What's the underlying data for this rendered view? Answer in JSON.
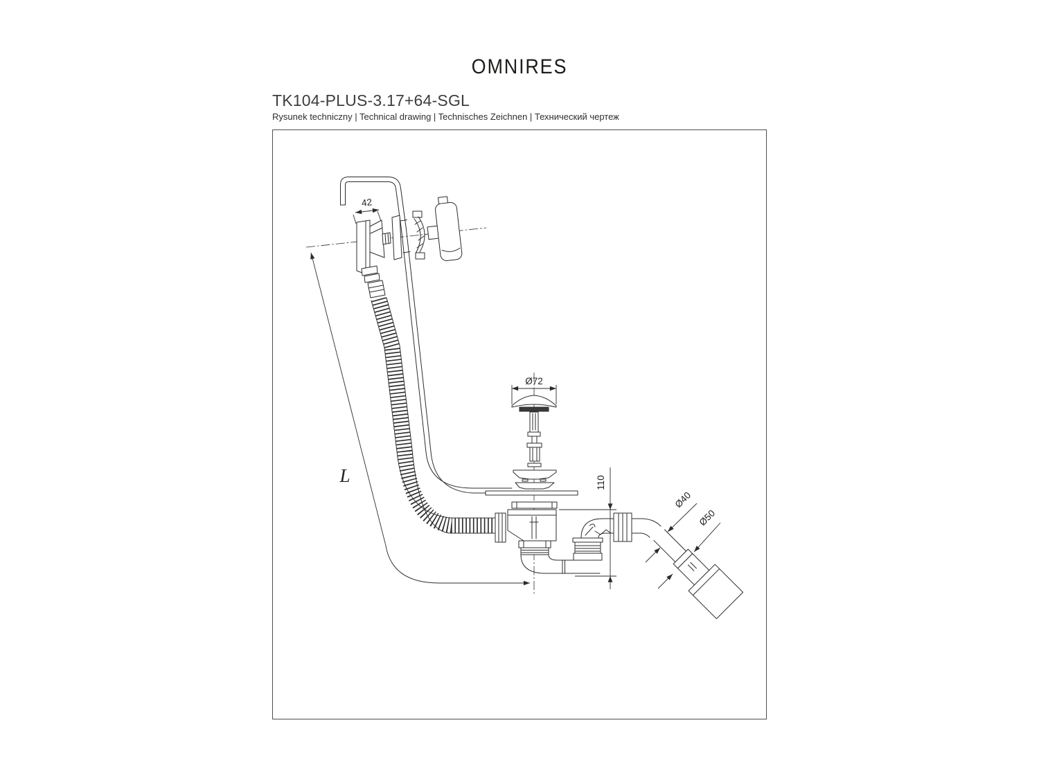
{
  "brand": {
    "logo_text": "OMNIRES"
  },
  "header": {
    "product_code": "TK104-PLUS-3.17+64-SGL",
    "subtitle": "Rysunek techniczny | Technical drawing | Technisches Zeichnen | Технический чертеж"
  },
  "drawing": {
    "type": "technical-drawing",
    "description": "Exploded view of bathtub waste-overflow kit with cable, corrugated hose and siphon trap",
    "dimensions": {
      "overflow_rosette_width": "42",
      "drain_cap_diameter": "Ø72",
      "install_depth": "110",
      "outlet_pipe_diameter": "Ø40",
      "outlet_adapter_diameter": "Ø50",
      "hose_length_label": "L"
    },
    "colors": {
      "line": "#2b2b2b",
      "frame": "#4d4d4d",
      "text": "#2e2e2e",
      "background": "#ffffff"
    }
  }
}
